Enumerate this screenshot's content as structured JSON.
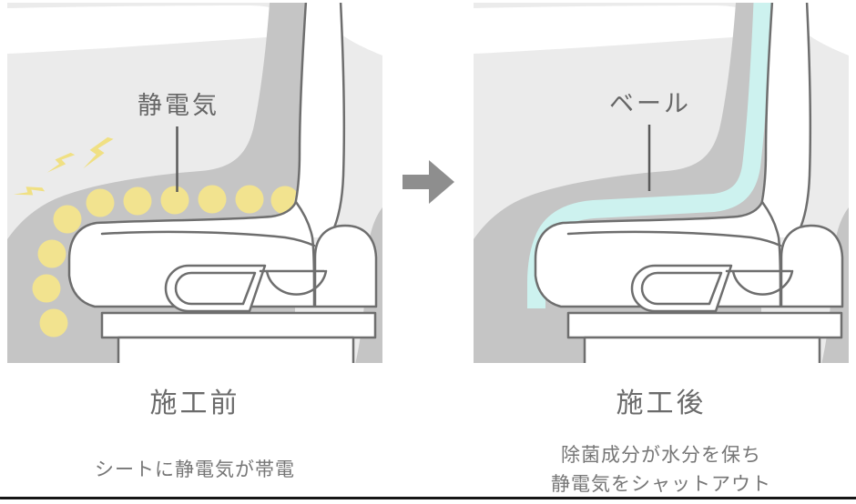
{
  "figure": {
    "type": "before-after comparison of car seat treatment",
    "before": {
      "title": "施工前",
      "annotation": "静電気",
      "captions": [
        "シートに静電気が帯電"
      ]
    },
    "after": {
      "title": "施工後",
      "annotation": "ベール",
      "captions": [
        "除菌成分が水分を保ち",
        "静電気をシャットアウト"
      ]
    },
    "arrow_icon": "right-arrow"
  },
  "colors": {
    "panel_background": "#ebebeb",
    "silhouette_gray": "#c5c5c5",
    "outline_gray": "#6e6e6e",
    "static_yellow": "#f2e38f",
    "bolt_yellow": "#f0e083",
    "veil_cyan": "#cdf2ef",
    "text_gray": "#6b6b6b",
    "arrow_gray": "#8e8e8e",
    "divider_dark": "#161616"
  }
}
